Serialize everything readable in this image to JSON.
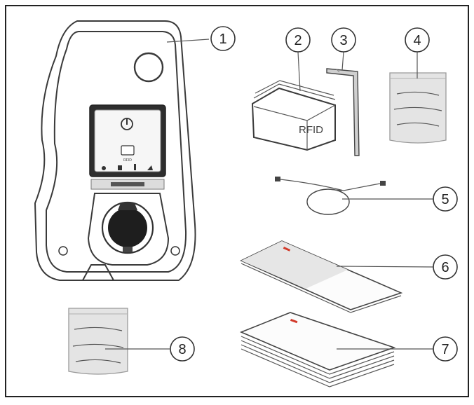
{
  "callouts": {
    "c1": "1",
    "c2": "2",
    "c3": "3",
    "c4": "4",
    "c5": "5",
    "c6": "6",
    "c7": "7",
    "c8": "8"
  },
  "card_label": "RFID",
  "wallbox_card_mark": "RFID",
  "colors": {
    "frame": "#222222",
    "bag_fill": "#e4e4e4",
    "manual_band": "#e6e6e6",
    "accent_red": "#d23a2a"
  },
  "icons": [
    "wallbox-illustration",
    "rfid-card-illustration",
    "allen-key-illustration",
    "accessory-bag-illustration",
    "cable-illustration",
    "manual-illustration",
    "document-stack-illustration",
    "screw-bag-illustration"
  ]
}
